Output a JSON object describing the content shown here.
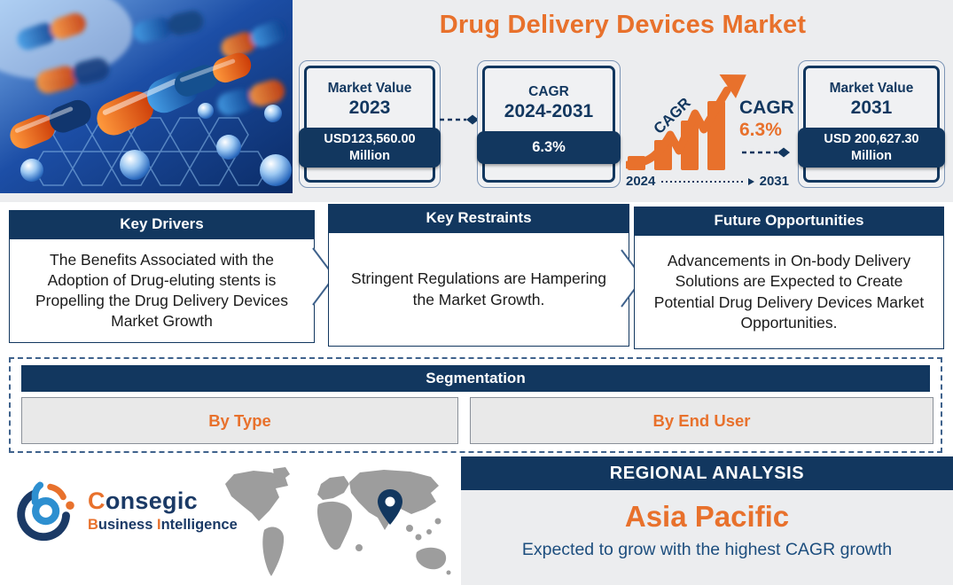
{
  "colors": {
    "navy": "#12375f",
    "orange": "#e8712c",
    "band_gray": "#ecedef",
    "seg_gray": "#e9e9e9",
    "map_gray": "#9d9d9d"
  },
  "header": {
    "title": "Drug Delivery Devices Market"
  },
  "stats": {
    "market_2023": {
      "label": "Market Value",
      "year": "2023",
      "value": "USD123,560.00",
      "unit": "Million"
    },
    "cagr_box": {
      "label": "CAGR",
      "year": "2024-2031",
      "value": "6.3%"
    },
    "market_2031": {
      "label": "Market Value",
      "year": "2031",
      "value": "USD 200,627.30",
      "unit": "Million"
    },
    "growth_graphic": {
      "arrow_label": "CAGR",
      "callout_label": "CAGR",
      "callout_value": "6.3%",
      "start_year": "2024",
      "end_year": "2031"
    }
  },
  "panels": [
    {
      "title": "Key Drivers",
      "text": "The Benefits Associated with the Adoption of Drug-eluting stents is Propelling the Drug Delivery Devices Market Growth"
    },
    {
      "title": "Key Restraints",
      "text": "Stringent Regulations are Hampering the Market Growth."
    },
    {
      "title": "Future Opportunities",
      "text": "Advancements in On-body Delivery Solutions are Expected to Create Potential Drug Delivery Devices Market Opportunities."
    }
  ],
  "segmentation": {
    "title": "Segmentation",
    "items": [
      {
        "label": "By Type"
      },
      {
        "label": "By End User"
      }
    ]
  },
  "footer": {
    "logo": {
      "brand_initial": "C",
      "brand_rest": "onsegic",
      "word1_initial": "B",
      "word1_rest": "usiness ",
      "word2_initial": "I",
      "word2_rest": "ntelligence"
    },
    "regional": {
      "title": "REGIONAL ANALYSIS",
      "region": "Asia Pacific",
      "subtitle": "Expected to grow with the highest CAGR growth"
    }
  }
}
